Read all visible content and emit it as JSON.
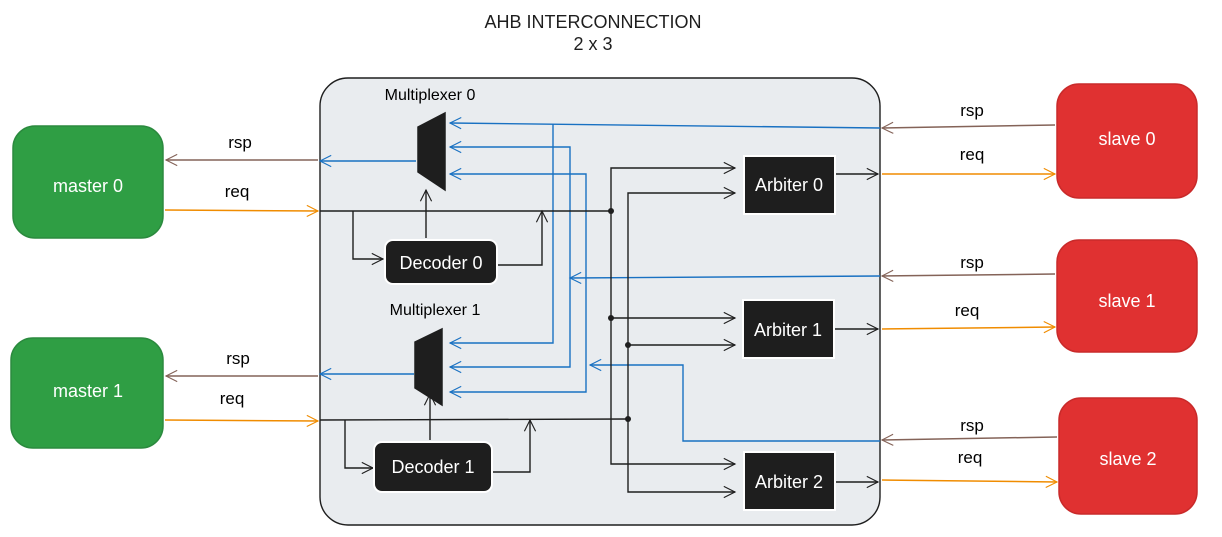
{
  "title": {
    "line1": "AHB INTERCONNECTION",
    "line2": "2 x 3"
  },
  "colors": {
    "master": "#2f9e44",
    "slave": "#e03131",
    "block": "#1e1e1e",
    "interconnect_bg": "#e9ecef",
    "rsp_line": "#846358",
    "req_line": "#f08c00",
    "mux_line": "#1971c2",
    "wire": "#1e1e1e"
  },
  "masters": [
    {
      "label": "master 0",
      "rsp": "rsp",
      "req": "req"
    },
    {
      "label": "master 1",
      "rsp": "rsp",
      "req": "req"
    }
  ],
  "slaves": [
    {
      "label": "slave 0",
      "rsp": "rsp",
      "req": "req"
    },
    {
      "label": "slave 1",
      "rsp": "rsp",
      "req": "req"
    },
    {
      "label": "slave 2",
      "rsp": "rsp",
      "req": "req"
    }
  ],
  "multiplexers": [
    {
      "label": "Multiplexer 0"
    },
    {
      "label": "Multiplexer 1"
    }
  ],
  "decoders": [
    {
      "label": "Decoder 0"
    },
    {
      "label": "Decoder 1"
    }
  ],
  "arbiters": [
    {
      "label": "Arbiter 0"
    },
    {
      "label": "Arbiter 1"
    },
    {
      "label": "Arbiter 2"
    }
  ]
}
